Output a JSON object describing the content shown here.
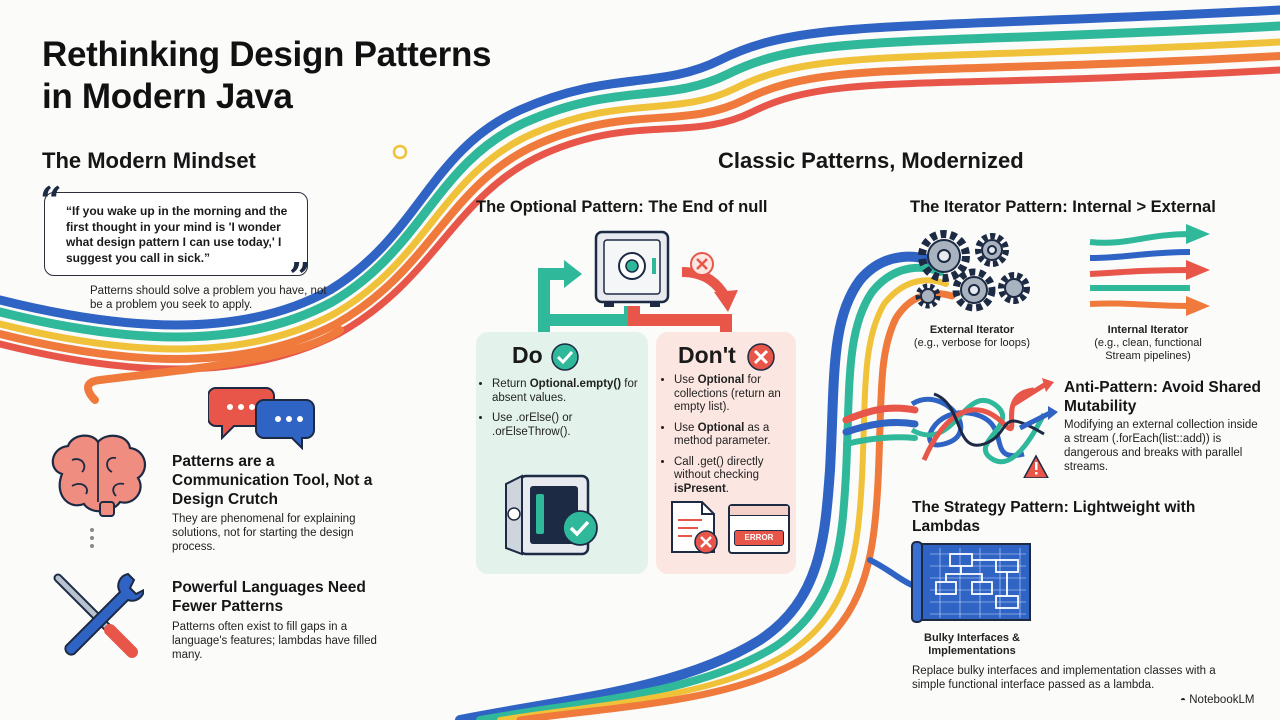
{
  "title_line1": "Rethinking Design Patterns",
  "title_line2": "in Modern Java",
  "modern_mindset": {
    "heading": "The Modern Mindset",
    "quote": "“If you wake up in the morning and the first thought in your mind is 'I wonder what design pattern I can use today,' I suggest you call in sick.”",
    "quote_note": "Patterns should solve a problem you have, not be a problem you seek to apply.",
    "communication_heading": "Patterns are a Communication Tool, Not a Design Crutch",
    "communication_body": "They are phenomenal for explaining solutions, not for starting the design process.",
    "languages_heading": "Powerful Languages Need Fewer Patterns",
    "languages_body": "Patterns often exist to fill gaps in a language's features; lambdas have filled many."
  },
  "classic": {
    "heading": "Classic Patterns, Modernized",
    "optional": {
      "heading": "The Optional Pattern: The End of null",
      "do_label": "Do",
      "do_items": [
        {
          "pre": "Return ",
          "bold": "Optional.empty()",
          "post": " for absent values."
        },
        {
          "pre": "Use .orElse() or .orElseThrow().",
          "bold": "",
          "post": ""
        }
      ],
      "dont_label": "Don't",
      "dont_items": [
        {
          "pre": "Use ",
          "bold": "Optional",
          "post": " for collections (return an empty list)."
        },
        {
          "pre": "Use ",
          "bold": "Optional",
          "post": " as a method parameter."
        },
        {
          "pre": "Call .get() directly without checking ",
          "bold": "isPresent",
          "post": "."
        }
      ],
      "error_label": "ERROR"
    },
    "iterator": {
      "heading": "The Iterator Pattern: Internal > External",
      "external_label": "External Iterator",
      "external_note": "(e.g., verbose for loops)",
      "internal_label": "Internal Iterator",
      "internal_note": "(e.g., clean, functional Stream pipelines)"
    },
    "anti_pattern": {
      "heading": "Anti-Pattern: Avoid Shared Mutability",
      "body": "Modifying an external collection inside a stream (.forEach(list::add)) is dangerous and breaks with parallel streams."
    },
    "strategy": {
      "heading": "The Strategy Pattern: Lightweight with Lambdas",
      "diagram_label": "Bulky Interfaces & Implementations",
      "body": "Replace bulky interfaces and implementation classes with a simple functional interface passed as a lambda."
    }
  },
  "brand": "NotebookLM",
  "colors": {
    "blue": "#2f63c4",
    "teal": "#2fb89a",
    "orange": "#ef7a3c",
    "coral": "#e8564a",
    "yellow": "#f0c23a",
    "green_card": "#e3f3ec",
    "red_card": "#fbe6e1"
  },
  "icons": {
    "quote_open": "“",
    "quote_close": "”"
  }
}
